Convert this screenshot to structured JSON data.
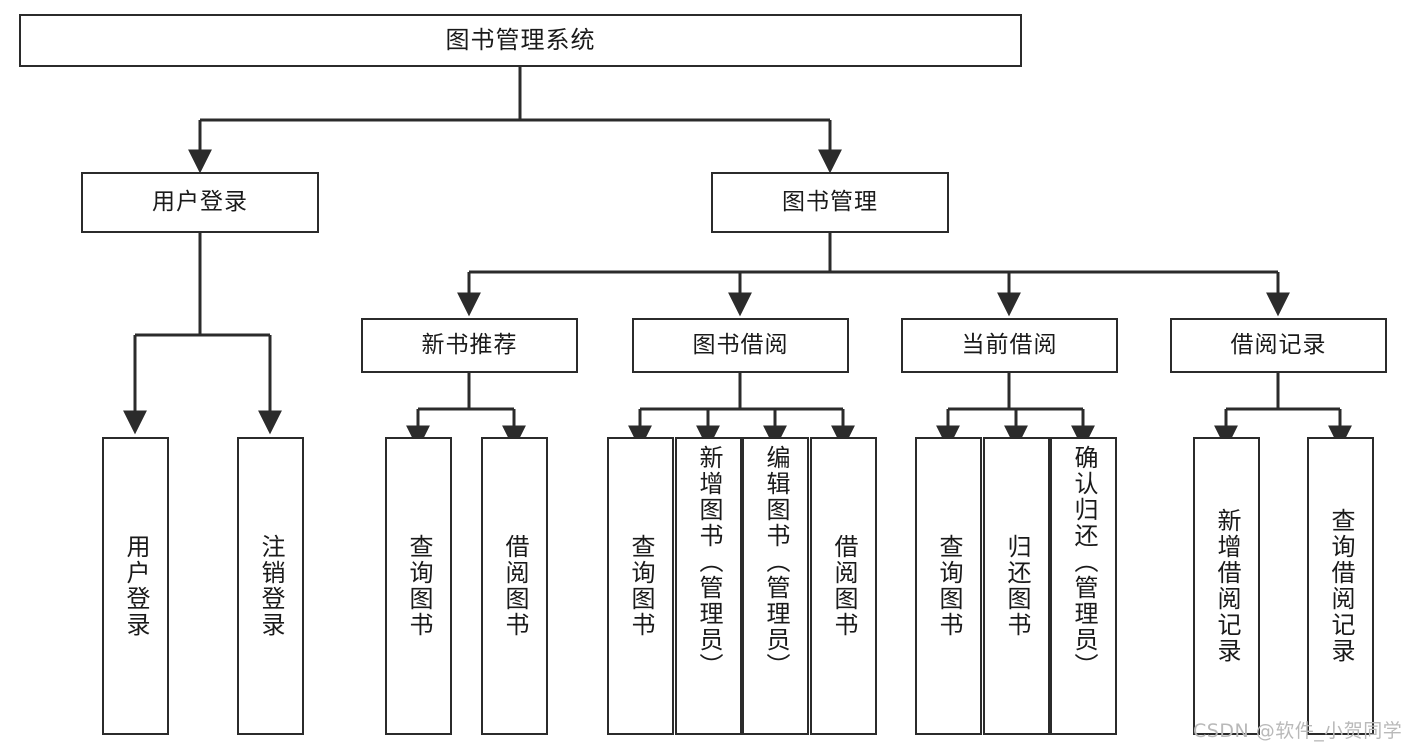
{
  "diagram": {
    "title": "图书管理系统",
    "type": "tree",
    "root": {
      "id": "root",
      "label": "图书管理系统"
    },
    "level2": [
      {
        "id": "user-login",
        "label": "用户登录"
      },
      {
        "id": "book-manage",
        "label": "图书管理"
      }
    ],
    "level3": [
      {
        "id": "new-book-rec",
        "label": "新书推荐",
        "parent": "book-manage"
      },
      {
        "id": "book-borrow",
        "label": "图书借阅",
        "parent": "book-manage"
      },
      {
        "id": "current-borrow",
        "label": "当前借阅",
        "parent": "book-manage"
      },
      {
        "id": "borrow-record",
        "label": "借阅记录",
        "parent": "book-manage"
      }
    ],
    "leaves": [
      {
        "id": "leaf-user-login",
        "label": "用户登录",
        "parent": "user-login"
      },
      {
        "id": "leaf-user-logout",
        "label": "注销登录",
        "parent": "user-login"
      },
      {
        "id": "leaf-query-book-1",
        "label": "查询图书",
        "parent": "new-book-rec"
      },
      {
        "id": "leaf-borrow-book-1",
        "label": "借阅图书",
        "parent": "new-book-rec"
      },
      {
        "id": "leaf-query-book-2",
        "label": "查询图书",
        "parent": "book-borrow"
      },
      {
        "id": "leaf-add-book",
        "label": "新增图书（管理员）",
        "parent": "book-borrow"
      },
      {
        "id": "leaf-edit-book",
        "label": "编辑图书（管理员）",
        "parent": "book-borrow"
      },
      {
        "id": "leaf-borrow-book-2",
        "label": "借阅图书",
        "parent": "book-borrow"
      },
      {
        "id": "leaf-query-book-3",
        "label": "查询图书",
        "parent": "current-borrow"
      },
      {
        "id": "leaf-return-book",
        "label": "归还图书",
        "parent": "current-borrow"
      },
      {
        "id": "leaf-confirm-return",
        "label": "确认归还（管理员）",
        "parent": "current-borrow"
      },
      {
        "id": "leaf-add-record",
        "label": "新增借阅记录",
        "parent": "borrow-record"
      },
      {
        "id": "leaf-query-record",
        "label": "查询借阅记录",
        "parent": "borrow-record"
      }
    ],
    "colors": {
      "stroke": "#2b2b2b",
      "fill": "#ffffff",
      "text": "#1a1a1a",
      "watermark": "#b9b9b9"
    }
  },
  "watermark": {
    "text": "CSDN @软件_小贺同学"
  }
}
